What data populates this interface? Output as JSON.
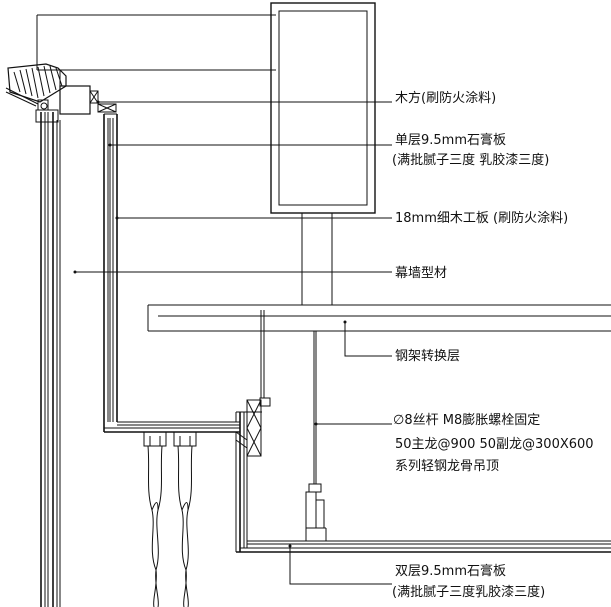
{
  "labels": {
    "timber": "木方(刷防火涂料)",
    "gypsum_single_1": "单层9.5mm石膏板",
    "gypsum_single_2": "(满批腻子三度 乳胶漆三度)",
    "plywood": "18mm细木工板 (刷防火涂料)",
    "curtain_wall": "幕墙型材",
    "steel_transfer": "钢架转换层",
    "hanger_1": "∅8丝杆 M8膨胀螺栓固定",
    "hanger_2": "50主龙@900   50副龙@300X600",
    "hanger_3": "系列轻钢龙骨吊顶",
    "gypsum_double_1": "双层9.5mm石膏板",
    "gypsum_double_2": "(满批腻子三度乳胶漆三度)"
  }
}
